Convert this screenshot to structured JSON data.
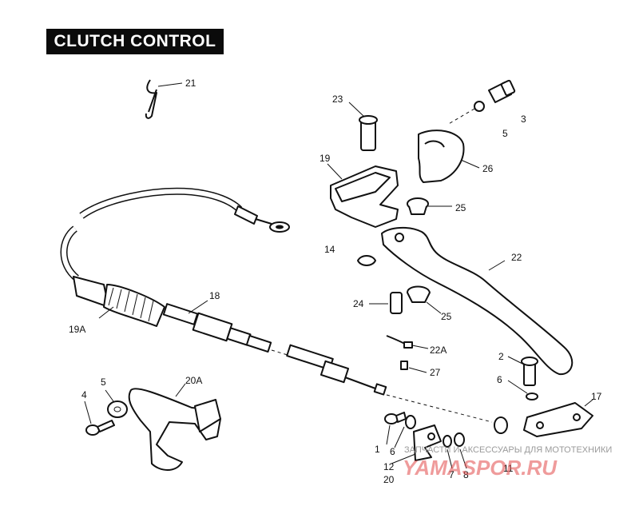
{
  "title": "CLUTCH CONTROL",
  "callouts": {
    "c21": "21",
    "c23": "23",
    "c3": "3",
    "c5a": "5",
    "c26": "26",
    "c19": "19",
    "c25a": "25",
    "c14": "14",
    "c22": "22",
    "c18": "18",
    "c19A": "19A",
    "c24": "24",
    "c25b": "25",
    "c22A": "22A",
    "c27": "27",
    "c2": "2",
    "c6a": "6",
    "c17": "17",
    "c4": "4",
    "c5b": "5",
    "c20A": "20A",
    "c1": "1",
    "c6b": "6",
    "c12": "12",
    "c20": "20",
    "c7": "7",
    "c8": "8",
    "c11": "11"
  },
  "watermark": {
    "text": "ЗАПЧАСТИ И АКСЕССУАРЫ ДЛЯ МОТОТЕХНИКИ",
    "logo": "YAMASPOR.RU"
  }
}
